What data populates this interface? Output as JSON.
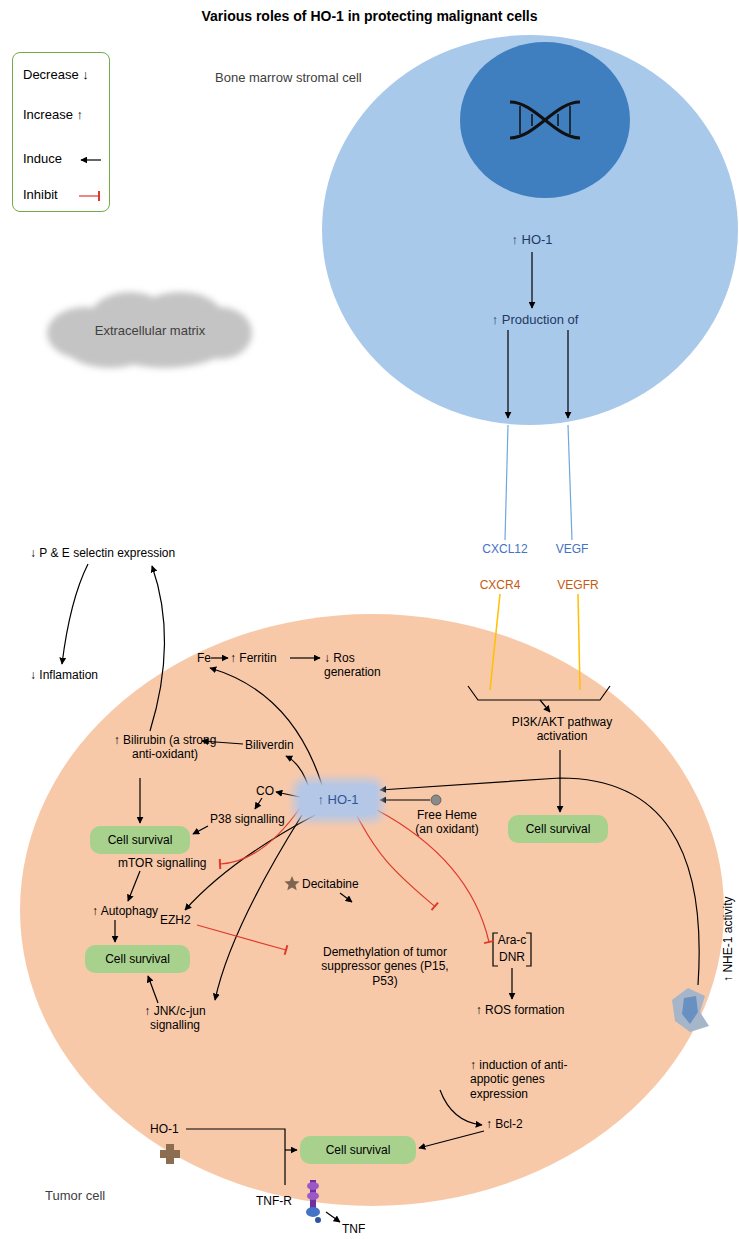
{
  "diagram": {
    "title": "Various roles of HO-1 in protecting malignant cells",
    "nodes": [
      {
        "text": [
          "Bone marrow stromal cell"
        ]
      },
      {
        "text": [
          "Extracellular matrix"
        ]
      },
      {
        "text": [
          "Tumor cell"
        ]
      },
      {
        "text": [
          "Cell survival"
        ],
        "in": 2
      },
      {
        "text": [
          "↑ HO-1"
        ],
        "in": 2
      },
      {
        "text": [
          "Cell survival"
        ],
        "in": 2
      },
      {
        "text": [
          "Cell survival"
        ],
        "in": 2
      },
      {
        "text": [
          "Demethylation of tumor suppressor genes (P15, P53)"
        ],
        "in": 2
      },
      {
        "text": [
          "Cell survival"
        ],
        "in": 2
      }
    ],
    "edges": [
      {
        "from": 4,
        "to": 7,
        "arrow": "to"
      }
    ],
    "labels": [
      "↑ HO-1",
      "↑ Production of",
      "CXCL12",
      "VEGF",
      "CXCR4",
      "VEGFR",
      "↓ P & E selectin expression",
      "↓ Inflamation",
      "Fe",
      "↑ Ferritin",
      "↓ Ros generation",
      "PI3K/AKT pathway activation",
      "Biliverdin",
      "↑ Bilirubin (a strong anti-oxidant)",
      "CO",
      "P38 signalling",
      "Free Heme (an oxidant)",
      "mTOR signalling",
      "↑ Autophagy",
      "Decitabine",
      "EZH2",
      "Ara-c",
      "DNR",
      "↑ ROS formation",
      "↑ JNK/c-jun signalling",
      "↑ NHE-1 activity",
      "↑ induction of anti-appotic genes expression",
      "↑ Bcl-2",
      "HO-1",
      "TNF-R",
      "TNF"
    ],
    "legend": [
      {
        "text": "Decrease ↓"
      },
      {
        "text": "Increase ↑"
      },
      {
        "text": "Induce"
      },
      {
        "text": "Inhibit"
      }
    ]
  }
}
